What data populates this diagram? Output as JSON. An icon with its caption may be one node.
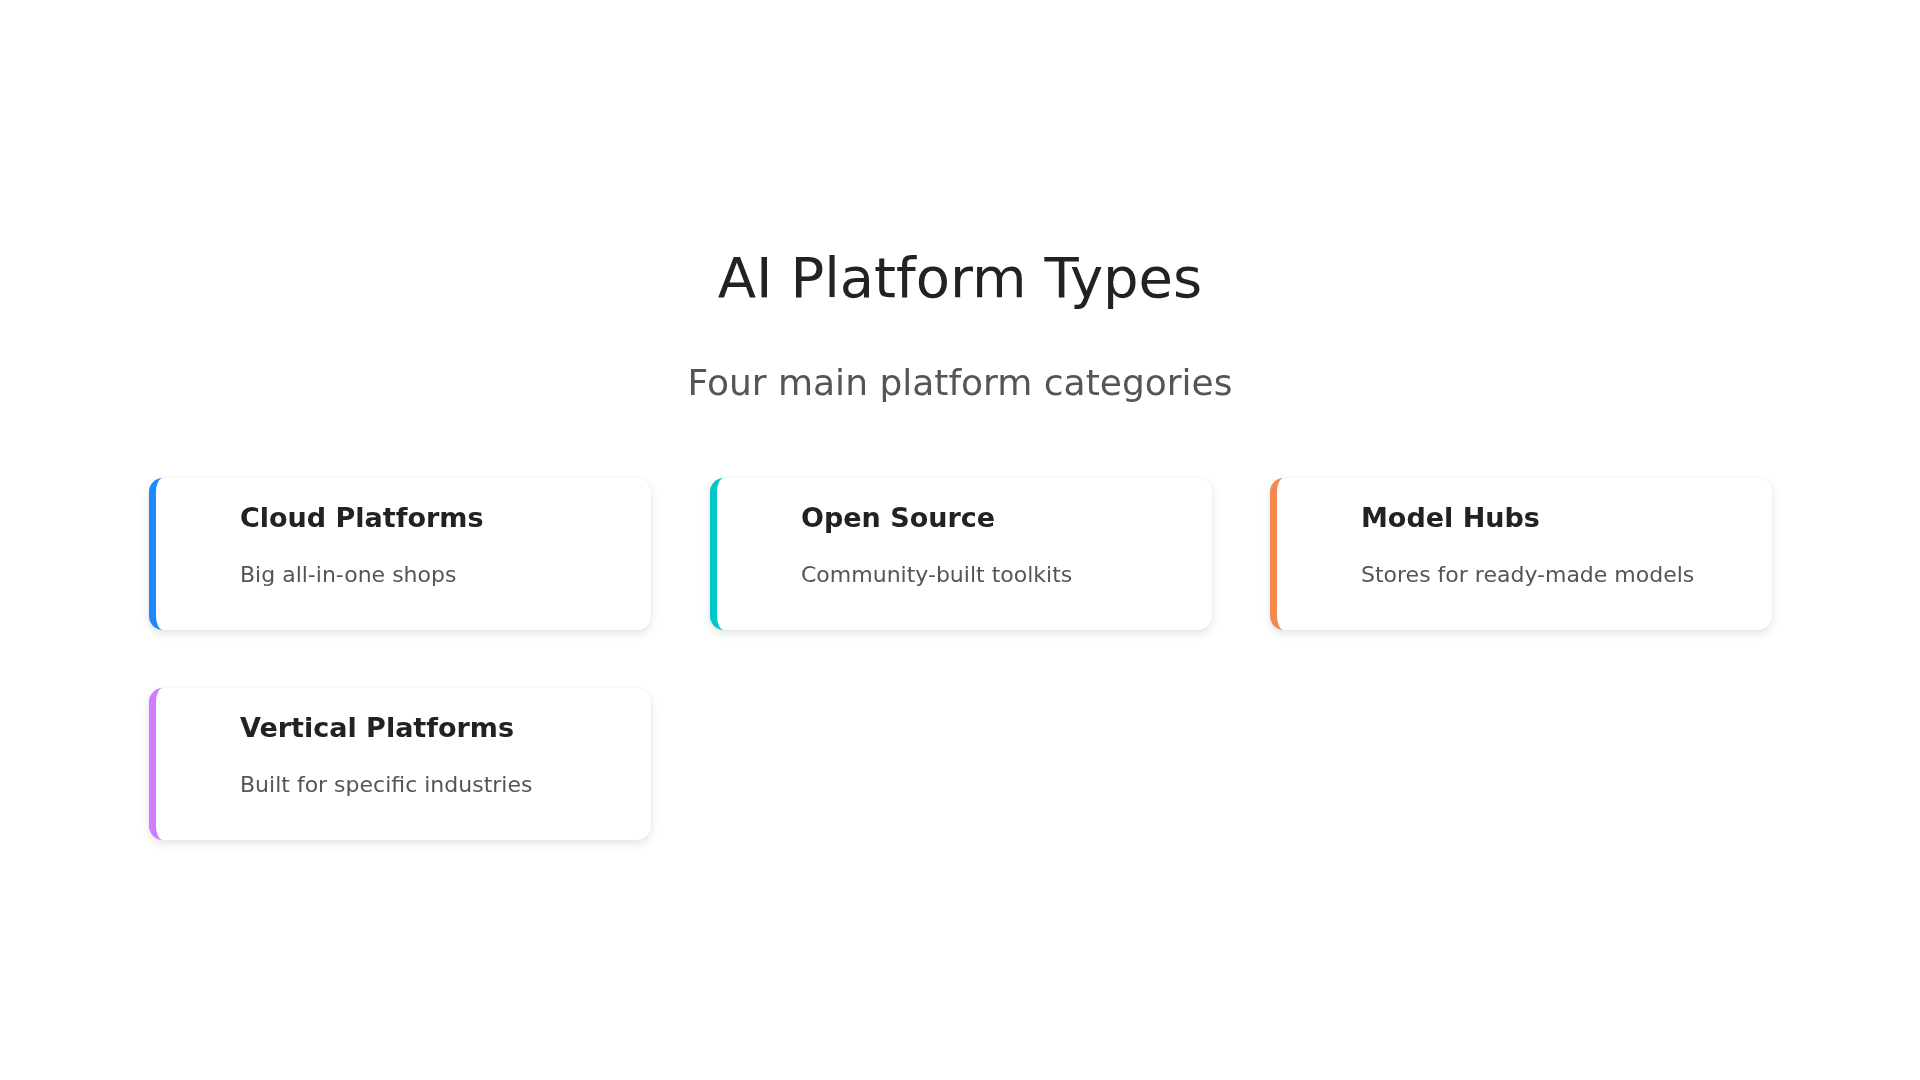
{
  "diagram": {
    "title": "AI Platform Types",
    "nodes": [
      {
        "text": [
          "Cloud Platforms",
          "Big all-in-one shops"
        ]
      },
      {
        "text": [
          "Open Source",
          "Community-built toolkits"
        ]
      },
      {
        "text": [
          "Model Hubs",
          "Stores for ready-made models"
        ]
      },
      {
        "text": [
          "Vertical Platforms",
          "Built for specific industries"
        ]
      }
    ],
    "labels": [
      "Four main platform categories"
    ]
  }
}
